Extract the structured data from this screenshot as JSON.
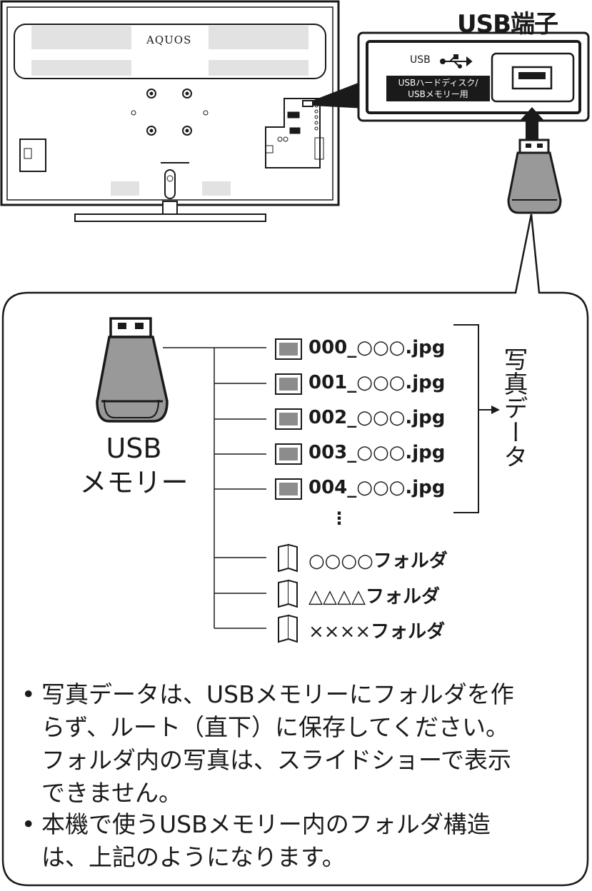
{
  "header": {
    "title": "USB端子"
  },
  "tv": {
    "brand": "AQUOS"
  },
  "port_inset": {
    "usb_label": "USB",
    "usage_tag_line1": "USBハードディスク/",
    "usage_tag_line2": "USBメモリー用"
  },
  "device": {
    "label_line1": "USB",
    "label_line2": "メモリー"
  },
  "files": [
    {
      "name": "000_○○○.jpg"
    },
    {
      "name": "001_○○○.jpg"
    },
    {
      "name": "002_○○○.jpg"
    },
    {
      "name": "003_○○○.jpg"
    },
    {
      "name": "004_○○○.jpg"
    }
  ],
  "ellipsis": "⋮",
  "photo_data_label": "写真データ",
  "folders": [
    {
      "prefix": "○○○○",
      "suffix": "フォルダ"
    },
    {
      "prefix": "△△△△",
      "suffix": "フォルダ"
    },
    {
      "prefix": "××××",
      "suffix": "フォルダ"
    }
  ],
  "notes": [
    {
      "bullet": "•",
      "line1": "写真データは、USBメモリーにフォルダを作",
      "line2": "らず、ルート（直下）に保存してください。",
      "line3": "フォルダ内の写真は、スライドショーで表示",
      "line4": "できません。"
    },
    {
      "bullet": "•",
      "line1": "本機で使うUSBメモリー内のフォルダ構造",
      "line2": "は、上記のようになります。"
    }
  ]
}
